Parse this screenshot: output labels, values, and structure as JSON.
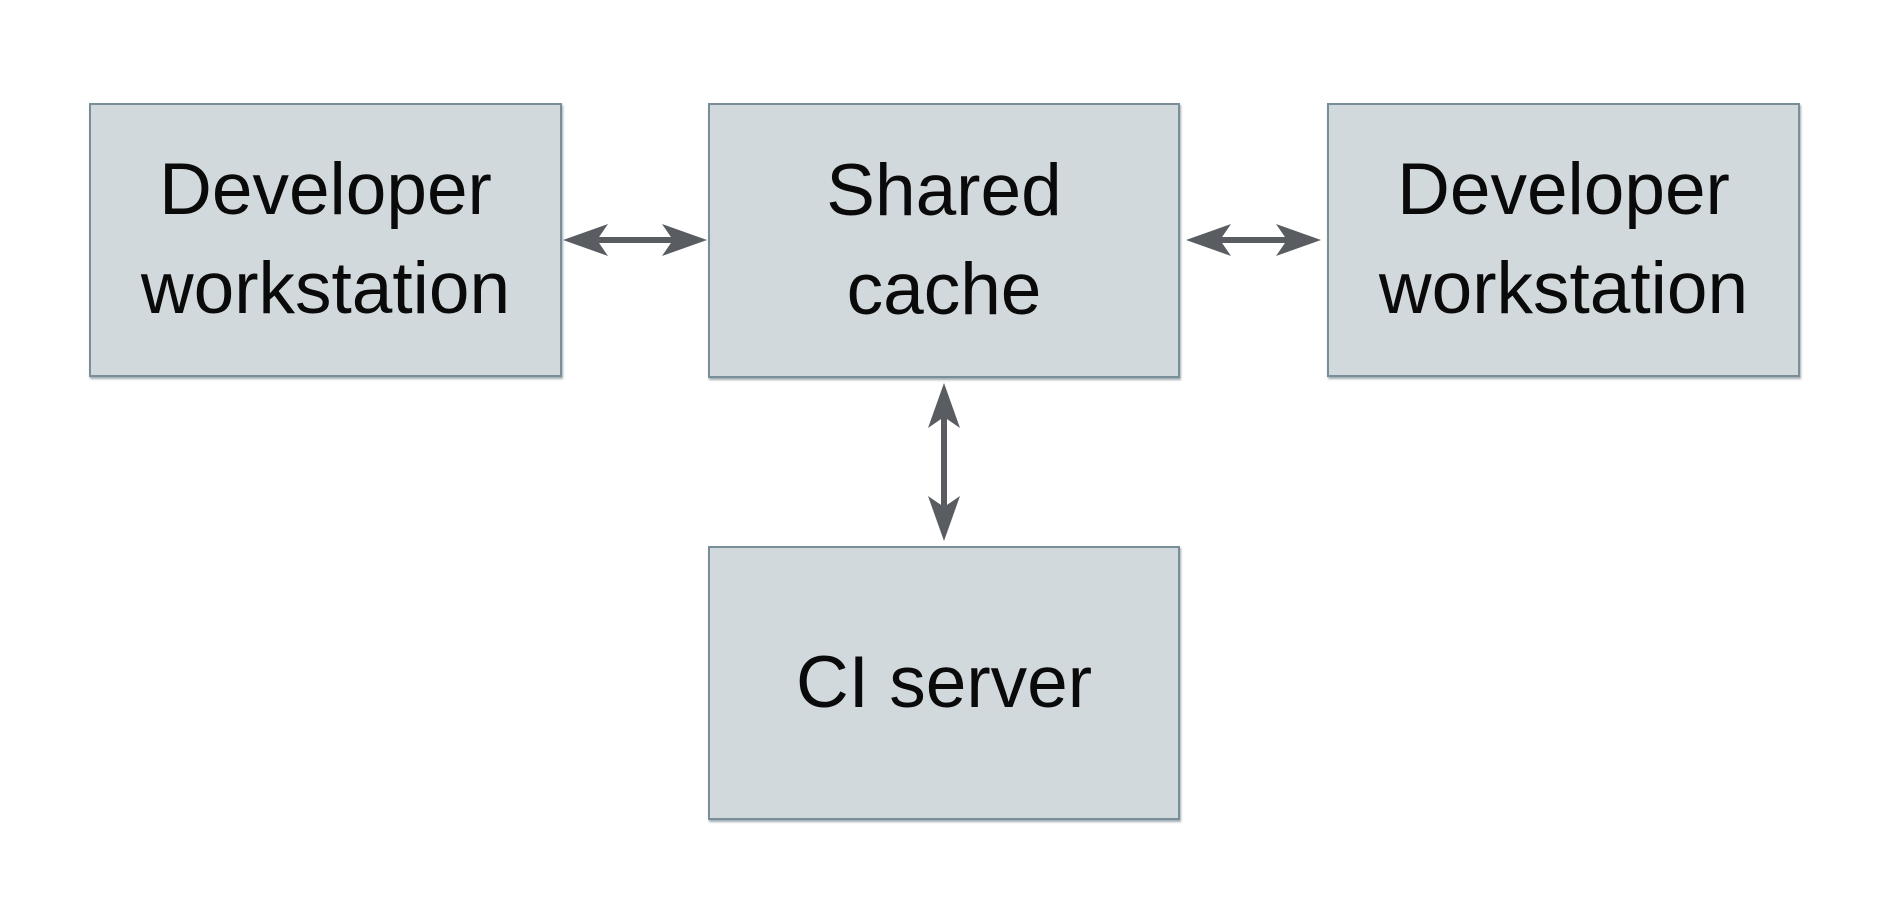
{
  "colors": {
    "background": "#ffffff",
    "node-fill": "#d2d9dc",
    "node-border": "#7a8e99",
    "arrow": "#595d61",
    "text": "#0a0a0a"
  },
  "diagram": {
    "type": "architecture-diagram",
    "nodes": [
      {
        "id": "developer-workstation-left",
        "label": "Developer workstation",
        "lines": [
          "Developer",
          "workstation"
        ]
      },
      {
        "id": "shared-cache",
        "label": "Shared cache",
        "lines": [
          "Shared",
          "cache"
        ]
      },
      {
        "id": "developer-workstation-right",
        "label": "Developer workstation",
        "lines": [
          "Developer",
          "workstation"
        ]
      },
      {
        "id": "ci-server",
        "label": "CI server",
        "lines": [
          "CI server"
        ]
      }
    ],
    "edges": [
      {
        "from": "developer-workstation-left",
        "to": "shared-cache",
        "direction": "bidirectional"
      },
      {
        "from": "shared-cache",
        "to": "developer-workstation-right",
        "direction": "bidirectional"
      },
      {
        "from": "shared-cache",
        "to": "ci-server",
        "direction": "bidirectional"
      }
    ]
  }
}
